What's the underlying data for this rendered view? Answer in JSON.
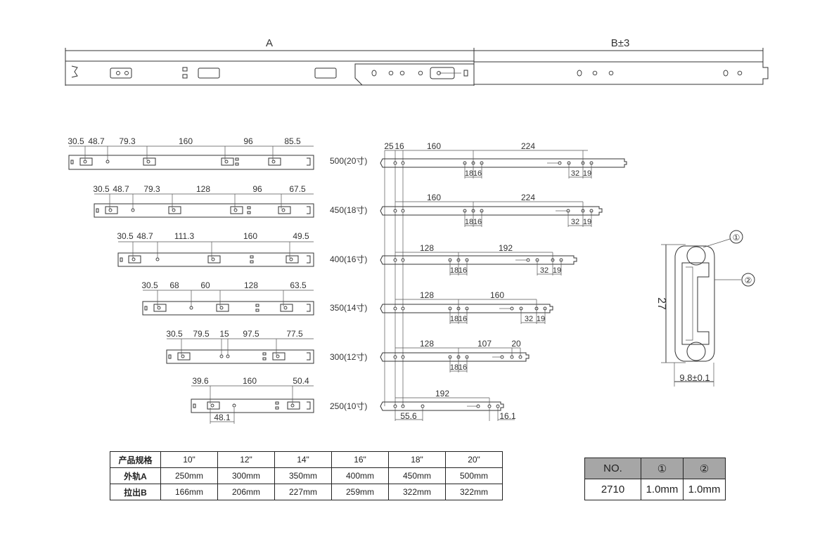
{
  "overview": {
    "label_a": "A",
    "label_b": "B±3"
  },
  "rails": [
    {
      "length": "500(20寸)",
      "dims": [
        "30.5",
        "48.7",
        "79.3",
        "160",
        "96",
        "85.5"
      ]
    },
    {
      "length": "450(18寸)",
      "dims": [
        "30.5",
        "48.7",
        "79.3",
        "128",
        "96",
        "67.5"
      ]
    },
    {
      "length": "400(16寸)",
      "dims": [
        "30.5",
        "48.7",
        "111.3",
        "160",
        "49.5"
      ]
    },
    {
      "length": "350(14寸)",
      "dims": [
        "30.5",
        "68",
        "60",
        "128",
        "63.5"
      ]
    },
    {
      "length": "300(12寸)",
      "dims": [
        "30.5",
        "79.5",
        "15",
        "97.5",
        "77.5"
      ]
    },
    {
      "length": "250(10寸)",
      "dims": [
        "39.6",
        "160",
        "50.4"
      ],
      "bottom_dim": "48.1"
    }
  ],
  "inner": [
    {
      "top": [
        "25",
        "16",
        "160",
        "224"
      ],
      "bottom": [
        "18",
        "16",
        "32",
        "19"
      ]
    },
    {
      "top": [
        "160",
        "224"
      ],
      "bottom": [
        "18",
        "16",
        "32",
        "19"
      ]
    },
    {
      "top": [
        "128",
        "192"
      ],
      "bottom": [
        "18",
        "16",
        "32",
        "19"
      ]
    },
    {
      "top": [
        "128",
        "160"
      ],
      "bottom": [
        "18",
        "16",
        "32",
        "19"
      ]
    },
    {
      "top": [
        "128",
        "107",
        "20"
      ],
      "bottom": [
        "18",
        "16"
      ]
    },
    {
      "top": [
        "192"
      ],
      "bottom": [
        "55.6",
        "16.1"
      ]
    }
  ],
  "profile": {
    "height_label": "27",
    "width_label": "9.8±0.1",
    "callout_1": "①",
    "callout_2": "②"
  },
  "spec_table": {
    "header": [
      "产品规格",
      "10\"",
      "12\"",
      "14\"",
      "16\"",
      "18\"",
      "20\""
    ],
    "rows": [
      [
        "外轨A",
        "250mm",
        "300mm",
        "350mm",
        "400mm",
        "450mm",
        "500mm"
      ],
      [
        "拉出B",
        "166mm",
        "206mm",
        "227mm",
        "259mm",
        "322mm",
        "322mm"
      ]
    ]
  },
  "material_table": {
    "header": [
      "NO.",
      "①",
      "②"
    ],
    "values": [
      "2710",
      "1.0mm",
      "1.0mm"
    ]
  }
}
